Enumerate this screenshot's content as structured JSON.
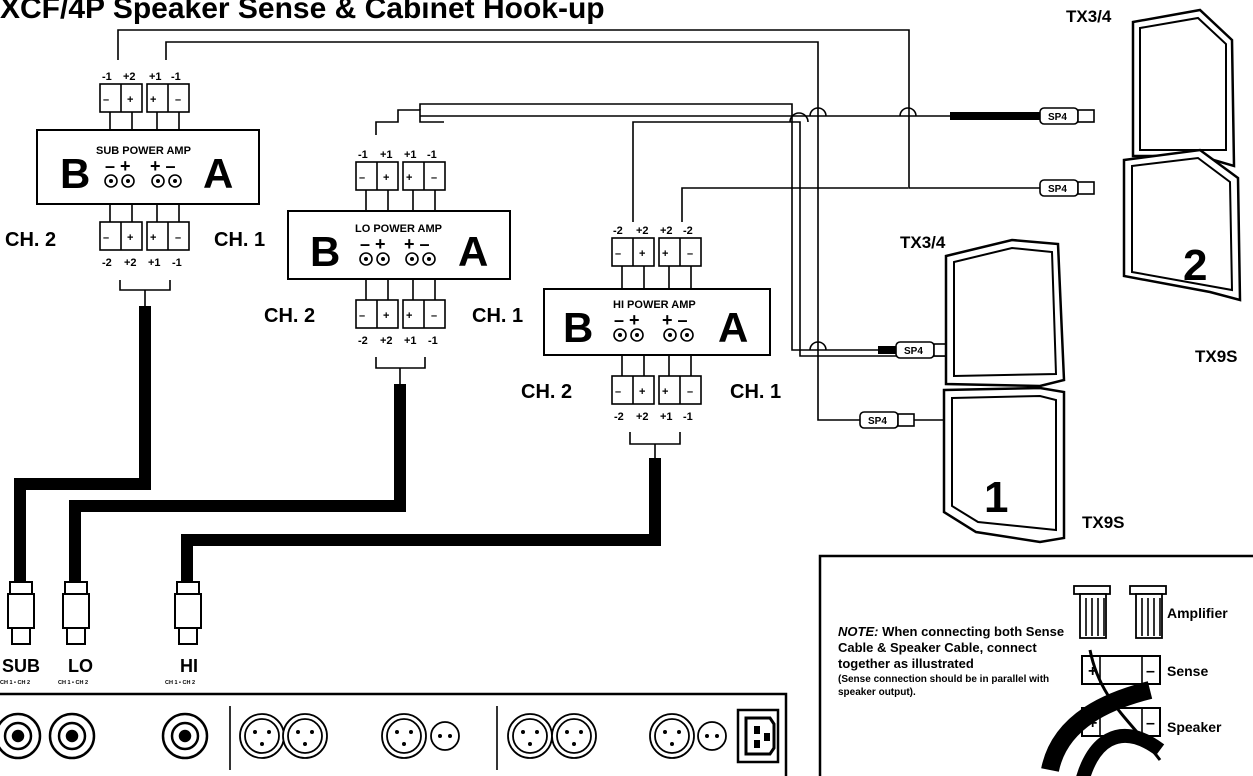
{
  "title": "XCF/4P Speaker Sense & Cabinet Hook-up",
  "amps": {
    "sub": {
      "name": "SUB POWER AMP",
      "side_b": "B",
      "side_a": "A"
    },
    "lo": {
      "name": "LO POWER AMP",
      "side_b": "B",
      "side_a": "A"
    },
    "hi": {
      "name": "HI POWER AMP",
      "side_b": "B",
      "side_a": "A"
    }
  },
  "channels": {
    "ch1": "CH. 1",
    "ch2": "CH. 2"
  },
  "amp_pins_top": {
    "sub": [
      "-1",
      "+2",
      "+1",
      "-1"
    ],
    "lo": [
      "-1",
      "+1",
      "+1",
      "-1"
    ],
    "hi": [
      "-2",
      "+2",
      "+2",
      "-2"
    ]
  },
  "amp_pins_bottom": [
    "-2",
    "+2",
    "+1",
    "-1"
  ],
  "polarity": {
    "minus": "–",
    "plus": "+"
  },
  "sense_plug": "SP4",
  "speakers": {
    "tx34": "TX3/4",
    "tx9s": "TX9S",
    "num1": "1",
    "num2": "2"
  },
  "outputs": {
    "sub": "SUB",
    "lo": "LO",
    "hi": "HI",
    "sub_ch": "CH 1 • CH 2",
    "lo_ch": "CH 1 • CH 2",
    "hi_ch": "CH 1 • CH 2"
  },
  "note": {
    "label": "NOTE:",
    "text": "When connecting both Sense Cable & Speaker Cable, connect together as illustrated",
    "small": "(Sense connection should be in parallel with speaker output).",
    "amplifier": "Amplifier",
    "sense": "Sense",
    "speaker": "Speaker"
  }
}
